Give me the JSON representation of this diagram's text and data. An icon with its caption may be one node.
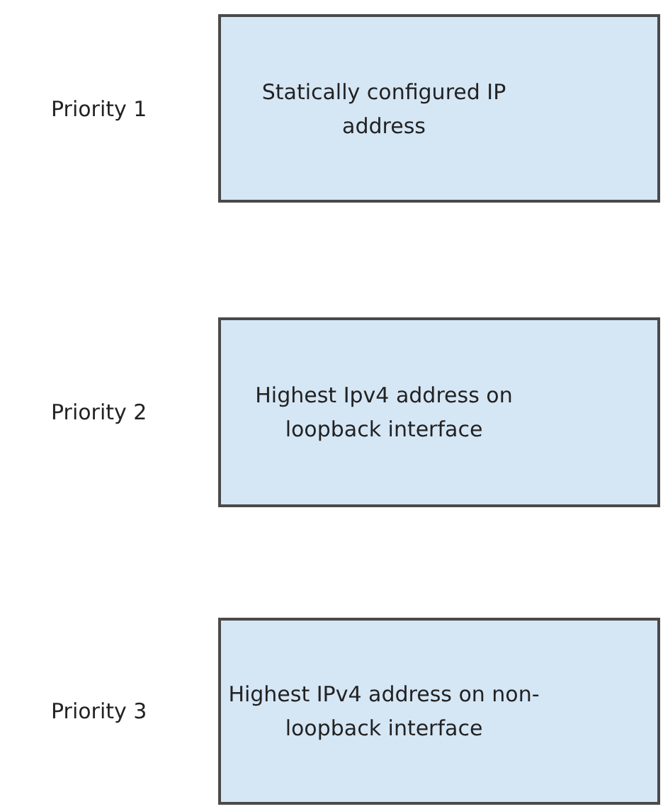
{
  "diagram": {
    "nodes": [
      {
        "text": [
          "Statically configured IP address"
        ],
        "beside": [
          "Priority 1"
        ]
      },
      {
        "text": [
          "Highest Ipv4 address on loopback interface"
        ],
        "beside": [
          "Priority 2"
        ]
      },
      {
        "text": [
          "Highest IPv4 address on non-loopback interface"
        ],
        "beside": [
          "Priority 3"
        ]
      }
    ]
  }
}
